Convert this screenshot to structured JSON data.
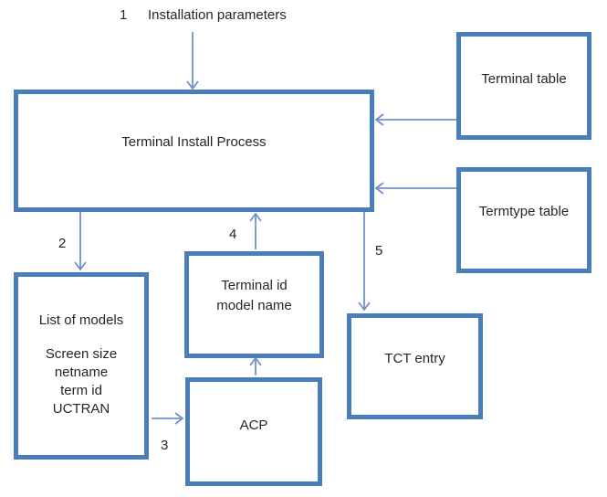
{
  "diagram": {
    "colors": {
      "box_border": "#4a7ebb",
      "arrow": "#6e93c8",
      "text": "#262626"
    },
    "caption": {
      "number": "1",
      "text": "Installation parameters"
    },
    "steps": {
      "s2": "2",
      "s3": "3",
      "s4": "4",
      "s5": "5"
    },
    "boxes": {
      "terminal_install_process": {
        "label": "Terminal Install Process"
      },
      "terminal_table": {
        "label": "Terminal table"
      },
      "termtype_table": {
        "label": "Termtype table"
      },
      "list_of_models": {
        "lines": [
          "List of models",
          "Screen size",
          "netname",
          "term id",
          "UCTRAN"
        ]
      },
      "terminal_id_model_name": {
        "lines": [
          "Terminal id",
          "model name"
        ]
      },
      "acp": {
        "label": "ACP"
      },
      "tct_entry": {
        "label": "TCT entry"
      }
    }
  }
}
